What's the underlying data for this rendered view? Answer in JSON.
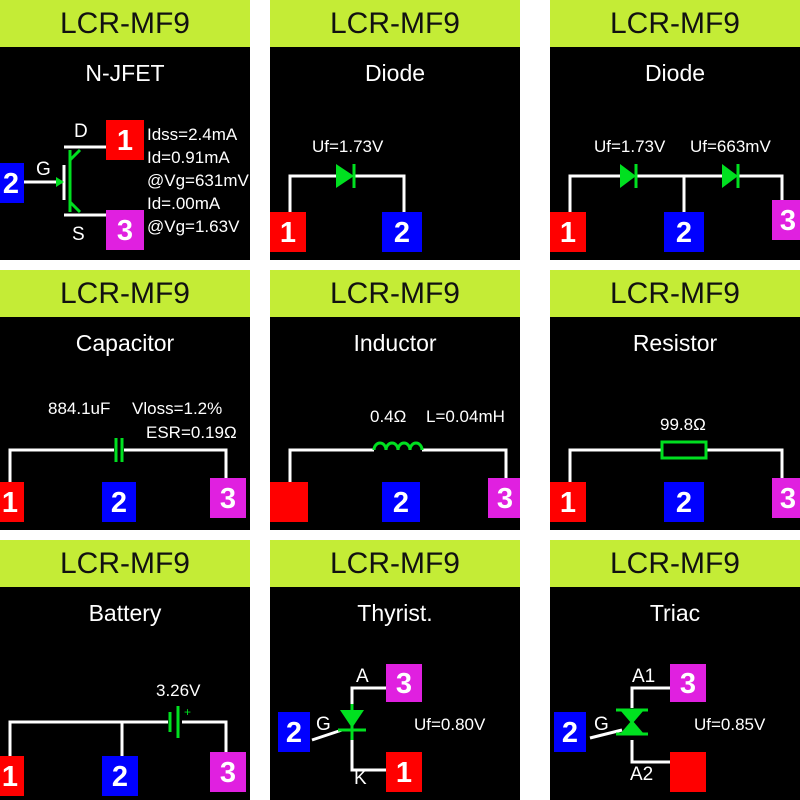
{
  "device_label": "LCR-MF9",
  "colors": {
    "header_bg": "#c4ec36",
    "panel_bg": "#000000",
    "pin_red": "#ff0000",
    "pin_blue": "#0000ff",
    "pin_magenta": "#e020e0",
    "symbol_green": "#00e020"
  },
  "panels": [
    {
      "title": "N-JFET",
      "d_label": "D",
      "g_label": "G",
      "s_label": "S",
      "pin1": "1",
      "pin2": "2",
      "pin3": "3",
      "readings": [
        "Idss=2.4mA",
        "Id=0.91mA",
        "@Vg=631mV",
        "Id=.00mA",
        "@Vg=1.63V"
      ]
    },
    {
      "title": "Diode",
      "uf": "Uf=1.73V",
      "pin1": "1",
      "pin2": "2"
    },
    {
      "title": "Diode",
      "uf1": "Uf=1.73V",
      "uf2": "Uf=663mV",
      "pin1": "1",
      "pin2": "2",
      "pin3": "3"
    },
    {
      "title": "Capacitor",
      "value": "884.1uF",
      "vloss": "Vloss=1.2%",
      "esr": "ESR=0.19Ω",
      "pin1": "1",
      "pin2": "2",
      "pin3": "3"
    },
    {
      "title": "Inductor",
      "resistance": "0.4Ω",
      "inductance": "L=0.04mH",
      "pin2": "2",
      "pin3": "3"
    },
    {
      "title": "Resistor",
      "value": "99.8Ω",
      "pin1": "1",
      "pin2": "2",
      "pin3": "3"
    },
    {
      "title": "Battery",
      "voltage": "3.26V",
      "plus": "+",
      "pin1": "1",
      "pin2": "2",
      "pin3": "3"
    },
    {
      "title": "Thyrist.",
      "a_label": "A",
      "g_label": "G",
      "k_label": "K",
      "uf": "Uf=0.80V",
      "pin1": "1",
      "pin2": "2",
      "pin3": "3"
    },
    {
      "title": "Triac",
      "a1_label": "A1",
      "g_label": "G",
      "a2_label": "A2",
      "uf": "Uf=0.85V",
      "pin2": "2",
      "pin3": "3"
    }
  ]
}
